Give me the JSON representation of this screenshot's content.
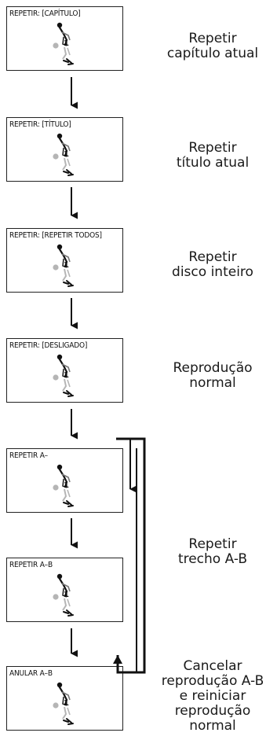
{
  "steps": [
    {
      "screen_text": "REPETIR: [CAPÍTULO]",
      "description": [
        "Repetir",
        "capítulo atual"
      ]
    },
    {
      "screen_text": "REPETIR: [TÍTULO]",
      "description": [
        "Repetir",
        "título atual"
      ]
    },
    {
      "screen_text": "REPETIR: [REPETIR TODOS]",
      "description": [
        "Repetir",
        "disco inteiro"
      ]
    },
    {
      "screen_text": "REPETIR: [DESLIGADO]",
      "description": [
        "Reprodução",
        "normal"
      ]
    },
    {
      "screen_text": "REPETIR  A–",
      "description": []
    },
    {
      "screen_text": "REPETIR  A–B",
      "description": [
        "Repetir",
        "trecho A-B"
      ]
    },
    {
      "screen_text": "ANULAR  A–B",
      "description": [
        "Cancelar",
        "reprodução A-B",
        "e reiniciar",
        "reprodução",
        "normal"
      ]
    }
  ],
  "icons": {
    "screen_figure": "dancer-figure-icon",
    "flow_arrow": "arrow-down-icon",
    "loop_arrow": "loop-back-arrow-icon"
  },
  "colors": {
    "stroke": "#111111",
    "figure_gray": "#b5b5b5"
  }
}
